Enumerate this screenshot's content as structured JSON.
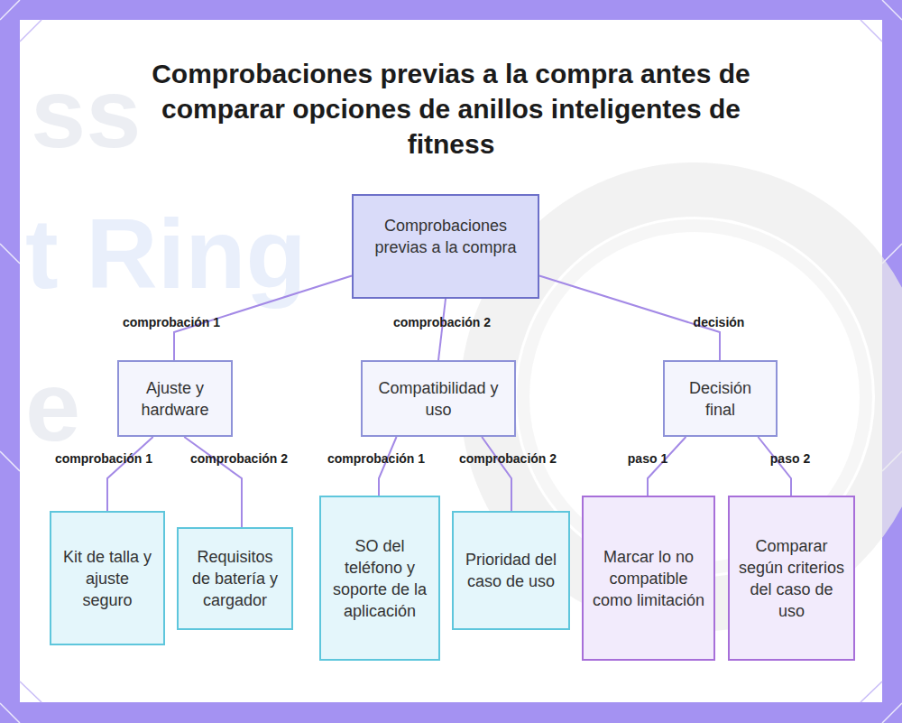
{
  "diagram": {
    "title": "Comprobaciones previas a la compra antes de comparar opciones de anillos inteligentes de fitness",
    "nodes": [
      {
        "text": [
          "Comprobaciones previas a la compra"
        ]
      },
      {
        "text": [
          "Ajuste y hardware"
        ]
      },
      {
        "text": [
          "Compatibilidad y uso"
        ]
      },
      {
        "text": [
          "Decisión final"
        ]
      },
      {
        "text": [
          "Kit de talla y ajuste seguro"
        ]
      },
      {
        "text": [
          "Requisitos de batería y cargador"
        ]
      },
      {
        "text": [
          "SO del teléfono y soporte de la aplicación"
        ]
      },
      {
        "text": [
          "Prioridad del caso de uso"
        ]
      },
      {
        "text": [
          "Marcar lo no compatible como limitación"
        ]
      },
      {
        "text": [
          "Comparar según criterios del caso de uso"
        ]
      }
    ],
    "edges": [
      {
        "from": 0,
        "to": 1,
        "arrow": "none",
        "label": "comprobación 1"
      },
      {
        "from": 0,
        "to": 2,
        "arrow": "none",
        "label": "comprobación 2"
      },
      {
        "from": 0,
        "to": 3,
        "arrow": "none",
        "label": "decisión"
      },
      {
        "from": 1,
        "to": 4,
        "arrow": "none",
        "label": "comprobación 1"
      },
      {
        "from": 1,
        "to": 5,
        "arrow": "none",
        "label": "comprobación 2"
      },
      {
        "from": 2,
        "to": 6,
        "arrow": "none",
        "label": "comprobación 1"
      },
      {
        "from": 2,
        "to": 7,
        "arrow": "none",
        "label": "comprobación 2"
      },
      {
        "from": 3,
        "to": 8,
        "arrow": "none",
        "label": "paso 1"
      },
      {
        "from": 3,
        "to": 9,
        "arrow": "none",
        "label": "paso 2"
      }
    ],
    "labels": [
      "ss",
      "t Ring",
      "e"
    ]
  }
}
